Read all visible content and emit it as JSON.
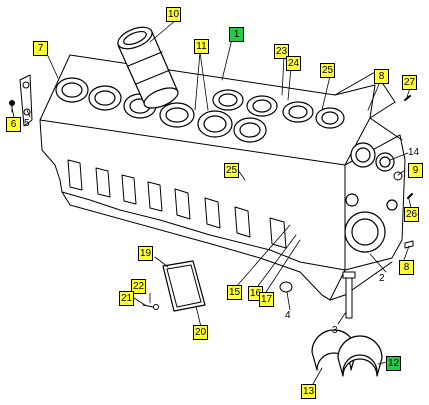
{
  "diagram": {
    "colors": {
      "highlight": "#ffff33",
      "highlight_alt": "#22cc44",
      "line": "#000000"
    },
    "callouts": [
      {
        "id": "c10",
        "label": "10",
        "style": "boxed"
      },
      {
        "id": "c1",
        "label": "1",
        "style": "boxed-green"
      },
      {
        "id": "c7",
        "label": "7",
        "style": "boxed"
      },
      {
        "id": "c11",
        "label": "11",
        "style": "boxed"
      },
      {
        "id": "c23",
        "label": "23",
        "style": "boxed"
      },
      {
        "id": "c24",
        "label": "24",
        "style": "boxed"
      },
      {
        "id": "c25a",
        "label": "25",
        "style": "boxed"
      },
      {
        "id": "c8a",
        "label": "8",
        "style": "boxed"
      },
      {
        "id": "c27",
        "label": "27",
        "style": "boxed"
      },
      {
        "id": "c6",
        "label": "6",
        "style": "boxed"
      },
      {
        "id": "c5",
        "label": "5",
        "style": "plain"
      },
      {
        "id": "c14",
        "label": "14",
        "style": "plain"
      },
      {
        "id": "c9",
        "label": "9",
        "style": "boxed"
      },
      {
        "id": "c25b",
        "label": "25",
        "style": "boxed"
      },
      {
        "id": "c26",
        "label": "26",
        "style": "boxed"
      },
      {
        "id": "c8b",
        "label": "8",
        "style": "boxed"
      },
      {
        "id": "c2",
        "label": "2",
        "style": "plain"
      },
      {
        "id": "c19",
        "label": "19",
        "style": "boxed"
      },
      {
        "id": "c22",
        "label": "22",
        "style": "boxed"
      },
      {
        "id": "c21",
        "label": "21",
        "style": "boxed"
      },
      {
        "id": "c20",
        "label": "20",
        "style": "boxed"
      },
      {
        "id": "c15",
        "label": "15",
        "style": "boxed"
      },
      {
        "id": "c16",
        "label": "16",
        "style": "boxed"
      },
      {
        "id": "c17",
        "label": "17",
        "style": "boxed"
      },
      {
        "id": "c4",
        "label": "4",
        "style": "plain"
      },
      {
        "id": "c3",
        "label": "3",
        "style": "plain"
      },
      {
        "id": "c12",
        "label": "12",
        "style": "boxed-green"
      },
      {
        "id": "c13",
        "label": "13",
        "style": "boxed"
      }
    ]
  }
}
